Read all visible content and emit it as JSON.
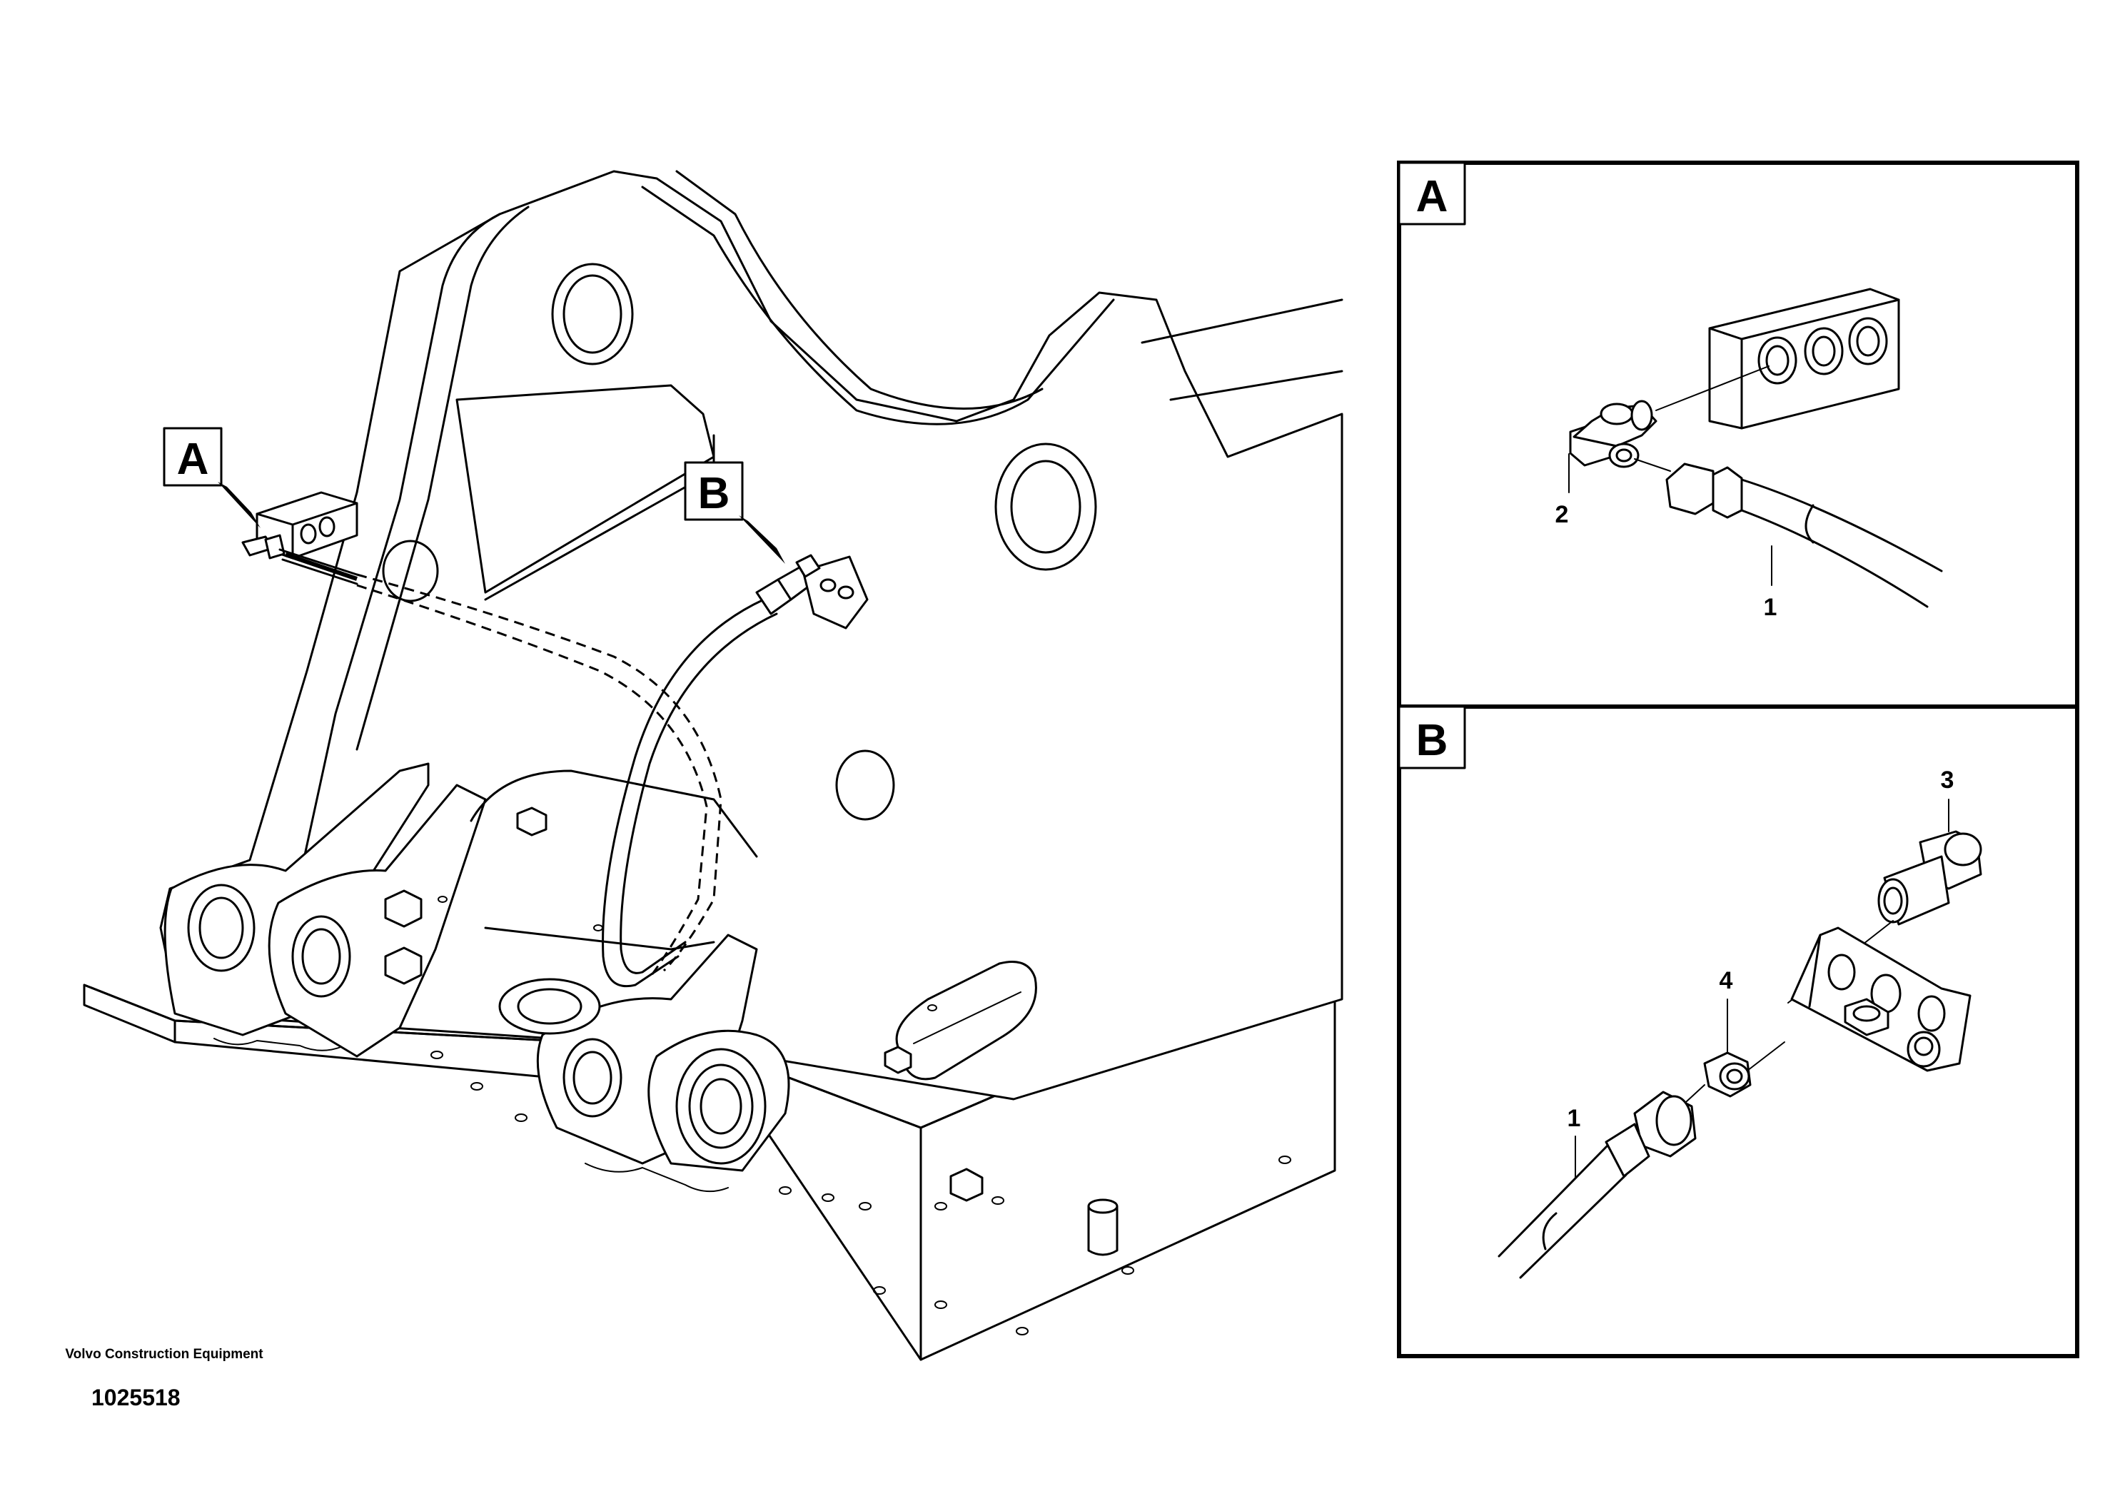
{
  "detail_a": {
    "letter": "A",
    "items": [
      {
        "number": "1"
      },
      {
        "number": "2"
      }
    ]
  },
  "detail_b": {
    "letter": "B",
    "items": [
      {
        "number": "1"
      },
      {
        "number": "3"
      },
      {
        "number": "4"
      }
    ]
  },
  "main_view": {
    "callout_a": "A",
    "callout_b": "B"
  },
  "footer": {
    "credit": "Volvo Construction Equipment",
    "figure_id": "1025518"
  }
}
